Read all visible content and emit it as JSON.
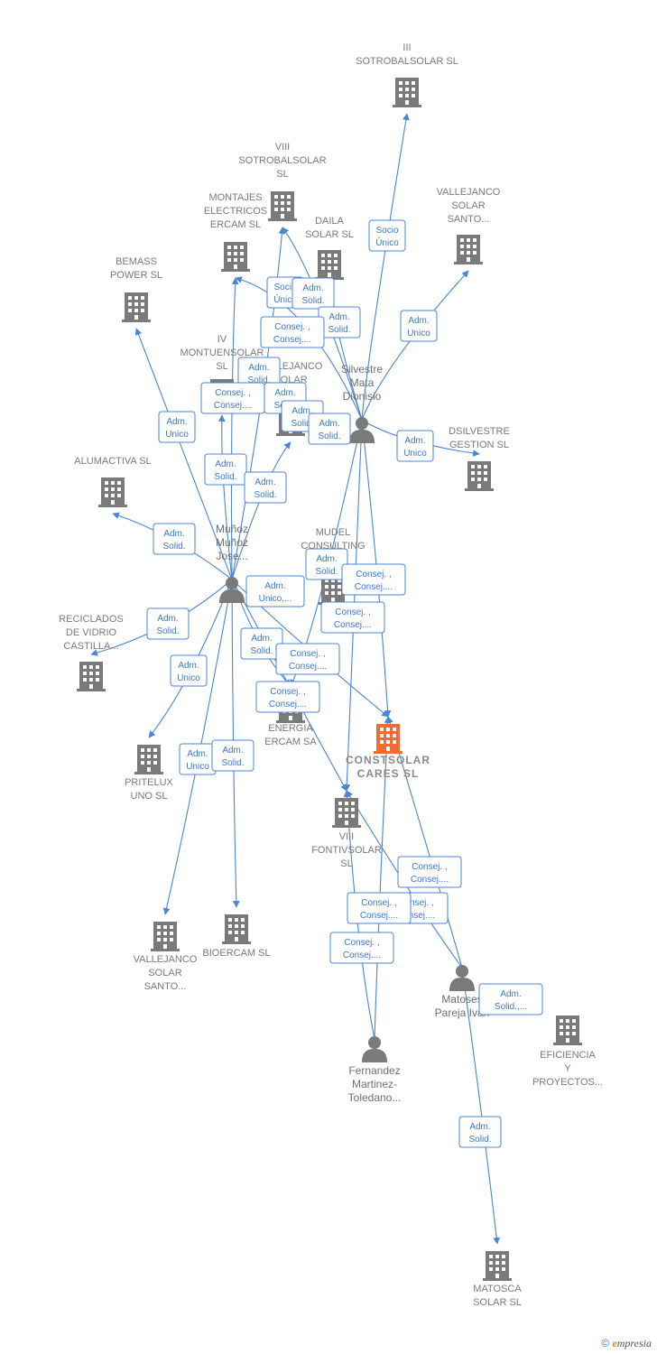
{
  "companies": [
    {
      "id": "constsolar",
      "lines": [
        "CONSTSOLAR",
        "CARES  SL"
      ],
      "main": true
    },
    {
      "id": "iii_sotrobal",
      "lines": [
        "III",
        "SOTROBALSOLAR SL"
      ]
    },
    {
      "id": "viii_sotrobal",
      "lines": [
        "VIII",
        "SOTROBALSOLAR",
        "SL"
      ]
    },
    {
      "id": "vallejanco_top",
      "lines": [
        "VALLEJANCO",
        "SOLAR",
        "SANTO..."
      ]
    },
    {
      "id": "montajes",
      "lines": [
        "MONTAJES",
        "ELECTRICOS",
        "ERCAM SL"
      ]
    },
    {
      "id": "daila",
      "lines": [
        "DAILA",
        "SOLAR SL"
      ]
    },
    {
      "id": "bemass",
      "lines": [
        "BEMASS",
        "POWER  SL"
      ]
    },
    {
      "id": "iv_montuen",
      "lines": [
        "IV",
        "MONTUENSOLAR",
        "SL"
      ]
    },
    {
      "id": "vallejanco_mid",
      "lines": [
        "VALLEJANCO",
        "SOLAR"
      ]
    },
    {
      "id": "dsilvestre",
      "lines": [
        "DSILVESTRE",
        "GESTION  SL"
      ]
    },
    {
      "id": "alumactiva",
      "lines": [
        "ALUMACTIVA SL"
      ]
    },
    {
      "id": "mudel",
      "lines": [
        "MUDEL",
        "CONSULTING"
      ]
    },
    {
      "id": "reciclados",
      "lines": [
        "RECICLADOS",
        "DE VIDRIO",
        "CASTILLA..."
      ]
    },
    {
      "id": "energia",
      "lines": [
        "ENERGIA",
        "ERCAM SA"
      ]
    },
    {
      "id": "pritelux",
      "lines": [
        "PRITELUX",
        "UNO SL"
      ]
    },
    {
      "id": "viii_fontiv",
      "lines": [
        "VIII",
        "FONTIVSOLAR",
        "SL"
      ]
    },
    {
      "id": "vallejanco_bot",
      "lines": [
        "VALLEJANCO",
        "SOLAR",
        "SANTO..."
      ]
    },
    {
      "id": "bioercam",
      "lines": [
        "BIOERCAM SL"
      ]
    },
    {
      "id": "eficiencia",
      "lines": [
        "EFICIENCIA",
        "Y",
        "PROYECTOS..."
      ]
    },
    {
      "id": "matosca",
      "lines": [
        "MATOSCA",
        "SOLAR SL"
      ]
    }
  ],
  "persons": [
    {
      "id": "silvestre",
      "lines": [
        "Silvestre",
        "Mata",
        "Dionisio"
      ]
    },
    {
      "id": "munoz",
      "lines": [
        "Muñoz",
        "Muñoz",
        "Jose..."
      ]
    },
    {
      "id": "matoses",
      "lines": [
        "Matoses",
        "Pareja Ivan"
      ]
    },
    {
      "id": "fernandez",
      "lines": [
        "Fernandez",
        "Martinez-",
        "Toledano..."
      ]
    }
  ],
  "roles": [
    {
      "lines": [
        "Socio",
        "Único"
      ]
    },
    {
      "lines": [
        "Adm.",
        "Unico"
      ]
    },
    {
      "lines": [
        "Adm.",
        "Unico"
      ]
    },
    {
      "lines": [
        "Socio",
        "Único"
      ]
    },
    {
      "lines": [
        "Adm.",
        "Solid."
      ]
    },
    {
      "lines": [
        "Adm.",
        "Solid."
      ]
    },
    {
      "lines": [
        "Consej. ,",
        "Consej...."
      ]
    },
    {
      "lines": [
        "Adm.",
        "Solid."
      ]
    },
    {
      "lines": [
        "Consej. ,",
        "Consej...."
      ]
    },
    {
      "lines": [
        "Adm.",
        "Solid."
      ]
    },
    {
      "lines": [
        "Adm.",
        "Solid."
      ]
    },
    {
      "lines": [
        "Adm.",
        "Solid."
      ]
    },
    {
      "lines": [
        "Adm.",
        "Unico"
      ]
    },
    {
      "lines": [
        "Adm.",
        "Solid."
      ]
    },
    {
      "lines": [
        "Adm.",
        "Solid."
      ]
    },
    {
      "lines": [
        "Adm.",
        "Solid."
      ]
    },
    {
      "lines": [
        "Adm.",
        "Solid."
      ]
    },
    {
      "lines": [
        "Adm.",
        "Unico,..."
      ]
    },
    {
      "lines": [
        "Adm.",
        "Solid."
      ]
    },
    {
      "lines": [
        "Consej. ,",
        "Consej...."
      ]
    },
    {
      "lines": [
        "Consej. ,",
        "Consej...."
      ]
    },
    {
      "lines": [
        "Adm.",
        "Solid."
      ]
    },
    {
      "lines": [
        "Consej. ,",
        "Consej...."
      ]
    },
    {
      "lines": [
        "Consej. ,",
        "Consej...."
      ]
    },
    {
      "lines": [
        "Adm.",
        "Unico"
      ]
    },
    {
      "lines": [
        "Adm.",
        "Unico"
      ]
    },
    {
      "lines": [
        "Adm.",
        "Solid."
      ]
    },
    {
      "lines": [
        "Consej. ,",
        "Consej...."
      ]
    },
    {
      "lines": [
        "Consej. ,",
        "Consej...."
      ]
    },
    {
      "lines": [
        "Consej. ,",
        "Consej...."
      ]
    },
    {
      "lines": [
        "Consej. ,",
        "Consej...."
      ]
    },
    {
      "lines": [
        "Adm.",
        "Solid.,..."
      ]
    },
    {
      "lines": [
        "Adm.",
        "Solid."
      ]
    }
  ],
  "footer": {
    "copyright_symbol": "©",
    "brand_initial": "e",
    "brand_rest": "mpresia"
  },
  "colors": {
    "edge": "#4a86d4",
    "building": "#7a7a7a",
    "main_building": "#f26b35",
    "person": "#7a7a7a"
  }
}
